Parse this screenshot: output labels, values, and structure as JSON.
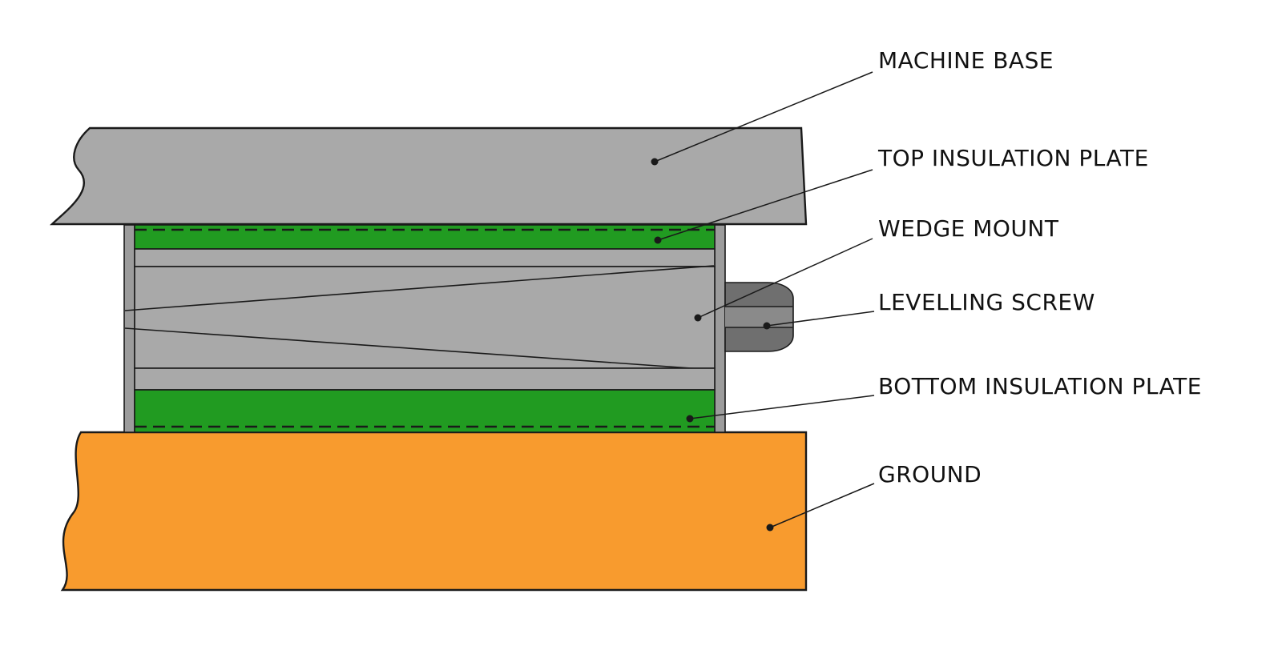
{
  "background": "#ffffff",
  "diagram": {
    "type": "technical-illustration",
    "subject": "machine-levelling-wedge-mount-cross-section",
    "labels": {
      "machine_base": "MACHINE BASE",
      "top_insulation_plate": "TOP INSULATION PLATE",
      "wedge_mount": "WEDGE MOUNT",
      "levelling_screw": "LEVELLING SCREW",
      "bottom_insulation_plate": "BOTTOM INSULATION PLATE",
      "ground": "GROUND"
    },
    "colors": {
      "machine_base": "#a9a9a9",
      "wedge_mount": "#a9a9a9",
      "edge_strip": "#9c9c9c",
      "insulation_green": "#219b21",
      "ground_orange": "#f89b2e",
      "screw_dark": "#6f6f6f",
      "screw_light": "#8a8a8a",
      "outline": "#1a1a1a"
    }
  }
}
